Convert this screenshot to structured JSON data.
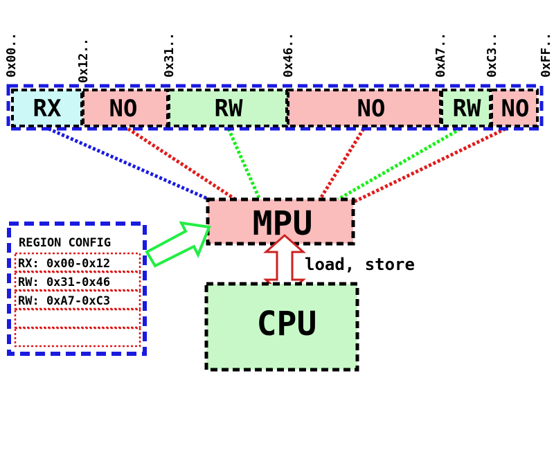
{
  "addresses": [
    "0x00..",
    "0x12..",
    "0x31..",
    "0x46..",
    "0xA7..",
    "0xC3..",
    "0xFF.."
  ],
  "segments": [
    {
      "label": "RX",
      "color": "#ccf8f8",
      "line": "#1a1ae0"
    },
    {
      "label": "NO",
      "color": "#fbbcbc",
      "line": "#e01a1a"
    },
    {
      "label": "RW",
      "color": "#c8f8c8",
      "line": "#1aee1a"
    },
    {
      "label": "NO",
      "color": "#fbbcbc",
      "line": "#e01a1a"
    },
    {
      "label": "RW",
      "color": "#c8f8c8",
      "line": "#1aee1a"
    },
    {
      "label": "NO",
      "color": "#fbbcbc",
      "line": "#e01a1a"
    }
  ],
  "mpu": {
    "label": "MPU",
    "color": "#fbbcbc"
  },
  "cpu": {
    "label": "CPU",
    "color": "#c8f8c8"
  },
  "bus_label": "load, store",
  "region_config": {
    "title": "REGION CONFIG",
    "rows": [
      "RX: 0x00-0x12",
      "RW: 0x31-0x46",
      "RW: 0xA7-0xC3",
      "",
      ""
    ]
  },
  "colors": {
    "frame": "#1a1ae0",
    "dash": "#000000",
    "config_row": "#e01a1a",
    "arrow": "#22ee44",
    "bus_arrow": "#cc2222"
  }
}
